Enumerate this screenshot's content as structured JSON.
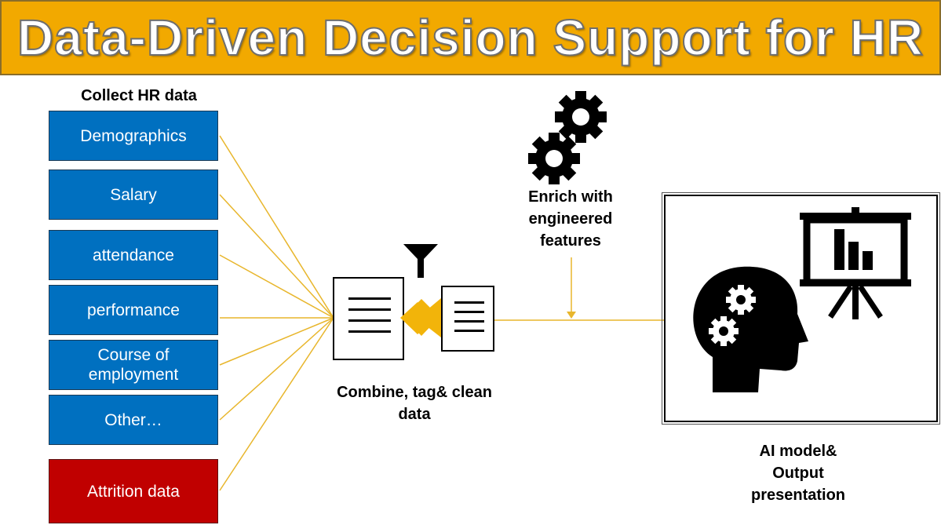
{
  "title": "Data-Driven Decision Support for HR",
  "collect": {
    "heading": "Collect HR data",
    "sources": [
      "Demographics",
      "Salary",
      "attendance",
      "performance",
      "Course of employment",
      "Other…"
    ],
    "attrition": "Attrition data"
  },
  "combine": {
    "label": "Combine, tag& clean data"
  },
  "enrich": {
    "label": "Enrich with engineered features"
  },
  "output": {
    "label": "AI model& Output presentation"
  },
  "colors": {
    "banner": "#f2a900",
    "source_box": "#0070c0",
    "attrition_box": "#c00000",
    "connector": "#e8b62c",
    "merge_diamond": "#f2b40a"
  },
  "icons": [
    "gear-icon",
    "filter-funnel-icon",
    "document-icon",
    "merge-diamond-icon",
    "head-gears-icon",
    "presentation-board-icon",
    "bar-chart-icon"
  ]
}
